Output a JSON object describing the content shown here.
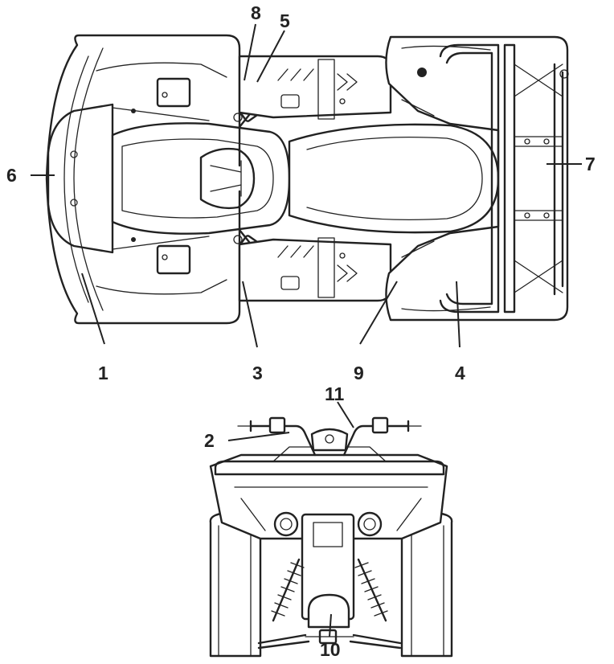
{
  "callouts": {
    "c1": "1",
    "c2": "2",
    "c3": "3",
    "c4": "4",
    "c5": "5",
    "c6": "6",
    "c7": "7",
    "c8": "8",
    "c9": "9",
    "c10": "10",
    "c11": "11"
  },
  "colors": {
    "ink": "#222222",
    "paper": "#ffffff"
  }
}
